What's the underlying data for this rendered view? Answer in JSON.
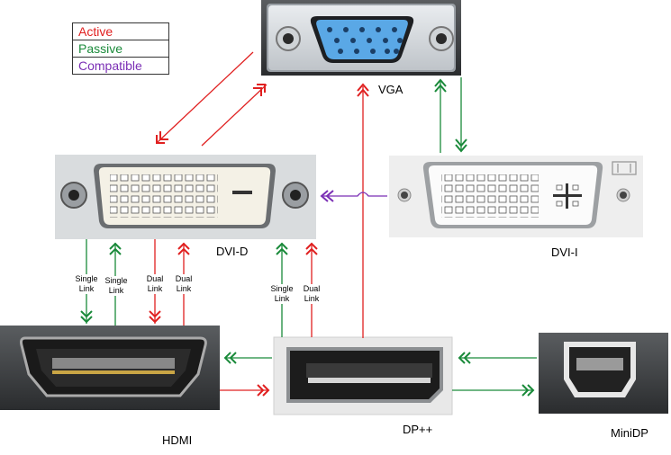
{
  "legend": [
    {
      "label": "Active",
      "color": "#e02020"
    },
    {
      "label": "Passive",
      "color": "#1a8a3a"
    },
    {
      "label": "Compatible",
      "color": "#7b2fb5"
    }
  ],
  "connectors": {
    "vga": "VGA",
    "dvi_d": "DVI-D",
    "dvi_i": "DVI-I",
    "hdmi": "HDMI",
    "dp": "DP++",
    "minidp": "MiniDP"
  },
  "link_labels": {
    "single_1": [
      "Single",
      "Link"
    ],
    "single_2": [
      "Single",
      "Link"
    ],
    "dual_1": [
      "Dual",
      "Link"
    ],
    "dual_2": [
      "Dual",
      "Link"
    ],
    "dp_single": [
      "Single",
      "Link"
    ],
    "dp_dual": [
      "Dual",
      "Link"
    ]
  },
  "colors": {
    "active": "#e02020",
    "passive": "#1a8a3a",
    "compatible": "#7b2fb5"
  }
}
